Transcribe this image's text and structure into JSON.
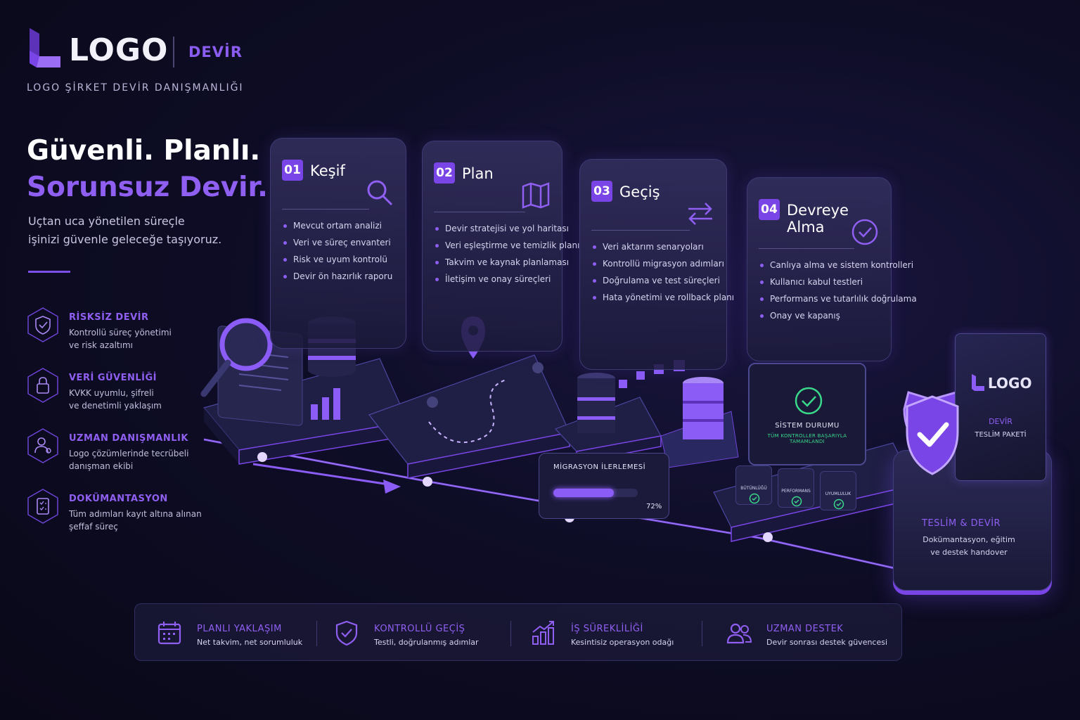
{
  "header": {
    "logo_text": "LOGO",
    "logo_tag": "DEVİR",
    "subtitle": "LOGO ŞİRKET DEVİR DANIŞMANLIĞI"
  },
  "hero": {
    "line1": "Güvenli. Planlı.",
    "line2": "Sorunsuz Devir.",
    "lead_line1": "Uçtan uca yönetilen süreçle",
    "lead_line2": "işinizi güvenle geleceğe taşıyoruz."
  },
  "features": [
    {
      "icon": "shield-check-icon",
      "title": "RİSKSİZ DEVİR",
      "desc1": "Kontrollü süreç yönetimi",
      "desc2": "ve risk azaltımı"
    },
    {
      "icon": "lock-icon",
      "title": "VERİ GÜVENLİĞİ",
      "desc1": "KVKK uyumlu, şifreli",
      "desc2": "ve denetimli yaklaşım"
    },
    {
      "icon": "consultant-icon",
      "title": "UZMAN DANIŞMANLIK",
      "desc1": "Logo çözümlerinde tecrübeli",
      "desc2": "danışman ekibi"
    },
    {
      "icon": "clipboard-icon",
      "title": "DOKÜMANTASYON",
      "desc1": "Tüm adımları kayıt altına alınan",
      "desc2": "şeffaf süreç"
    }
  ],
  "steps": [
    {
      "num": "01",
      "title": "Keşif",
      "icon": "search-icon",
      "items": [
        "Mevcut ortam analizi",
        "Veri ve süreç envanteri",
        "Risk ve uyum kontrolü",
        "Devir ön hazırlık raporu"
      ]
    },
    {
      "num": "02",
      "title": "Plan",
      "icon": "map-icon",
      "items": [
        "Devir stratejisi ve yol haritası",
        "Veri eşleştirme ve temizlik planı",
        "Takvim ve kaynak planlaması",
        "İletişim ve onay süreçleri"
      ]
    },
    {
      "num": "03",
      "title": "Geçiş",
      "icon": "transfer-arrows-icon",
      "items": [
        "Veri aktarım senaryoları",
        "Kontrollü migrasyon adımları",
        "Doğrulama ve test süreçleri",
        "Hata yönetimi ve rollback planı"
      ]
    },
    {
      "num": "04",
      "title_line1": "Devreye",
      "title_line2": "Alma",
      "icon": "check-circle-icon",
      "items": [
        "Canlıya alma ve sistem kontrolleri",
        "Kullanıcı kabul testleri",
        "Performans ve tutarlılık doğrulama",
        "Onay ve kapanış"
      ]
    }
  ],
  "migration": {
    "title": "MİGRASYON İLERLEMESİ",
    "progress": 72,
    "progress_label": "72%"
  },
  "system": {
    "title": "SİSTEM DURUMU",
    "status": "TÜM KONTROLLER BAŞARIYLA TAMAMLANDI",
    "checks": [
      "BÜTÜNLÜĞÜ",
      "PERFORMANS",
      "UYUMLULUK"
    ]
  },
  "book": {
    "logo": "LOGO",
    "tag": "DEVİR",
    "label": "TESLİM PAKETİ"
  },
  "handover": {
    "title": "TESLİM & DEVİR",
    "desc1": "Dokümantasyon, eğitim",
    "desc2": "ve destek handover"
  },
  "bottom": [
    {
      "icon": "calendar-icon",
      "title": "PLANLI YAKLAŞIM",
      "desc": "Net takvim, net sorumluluk"
    },
    {
      "icon": "shield-check-icon",
      "title": "KONTROLLÜ GEÇİŞ",
      "desc": "Testli, doğrulanmış adımlar"
    },
    {
      "icon": "growth-chart-icon",
      "title": "İŞ SÜREKLİLİĞİ",
      "desc": "Kesintisiz operasyon odağı"
    },
    {
      "icon": "team-icon",
      "title": "UZMAN DESTEK",
      "desc": "Devir sonrası destek güvencesi"
    }
  ],
  "colors": {
    "accent": "#8f5ff2",
    "background": "#0e0d26",
    "success": "#39d98a"
  }
}
